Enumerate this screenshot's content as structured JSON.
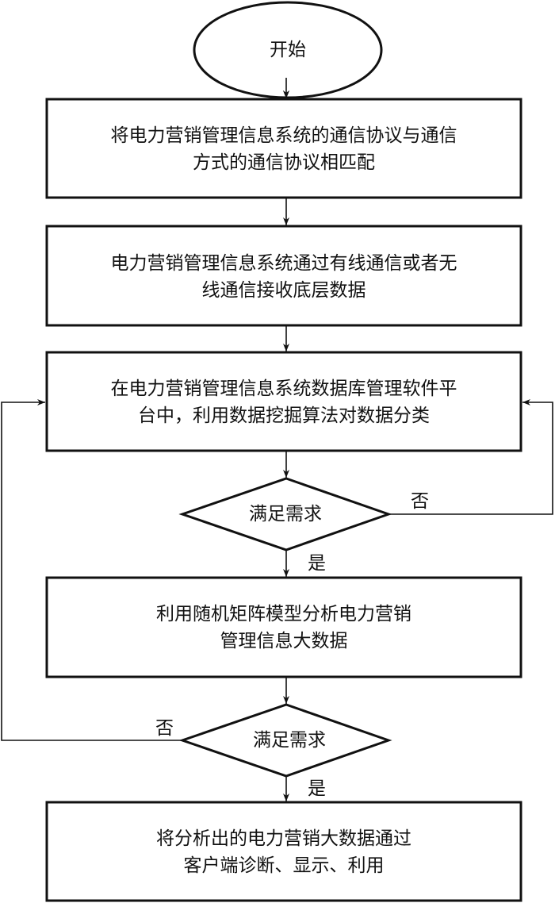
{
  "diagram": {
    "type": "flowchart",
    "start": {
      "label": "开始"
    },
    "steps": [
      {
        "id": "step1",
        "lines": [
          "将电力营销管理信息系统的通信协议与通信",
          "方式的通信协议相匹配"
        ]
      },
      {
        "id": "step2",
        "lines": [
          "电力营销管理信息系统通过有线通信或者无",
          "线通信接收底层数据"
        ]
      },
      {
        "id": "step3",
        "lines": [
          "在电力营销管理信息系统数据库管理软件平",
          "台中，利用数据挖掘算法对数据分类"
        ]
      },
      {
        "id": "step4",
        "lines": [
          "利用随机矩阵模型分析电力营销",
          "管理信息大数据"
        ]
      },
      {
        "id": "step5",
        "lines": [
          "将分析出的电力营销大数据通过",
          "客户端诊断、显示、利用"
        ]
      }
    ],
    "decisions": [
      {
        "id": "decision1",
        "label": "满足需求",
        "yes": "是",
        "no": "否",
        "no_target": "step3",
        "yes_target": "step4"
      },
      {
        "id": "decision2",
        "label": "满足需求",
        "yes": "是",
        "no": "否",
        "no_target": "step3",
        "yes_target": "step5"
      }
    ]
  }
}
